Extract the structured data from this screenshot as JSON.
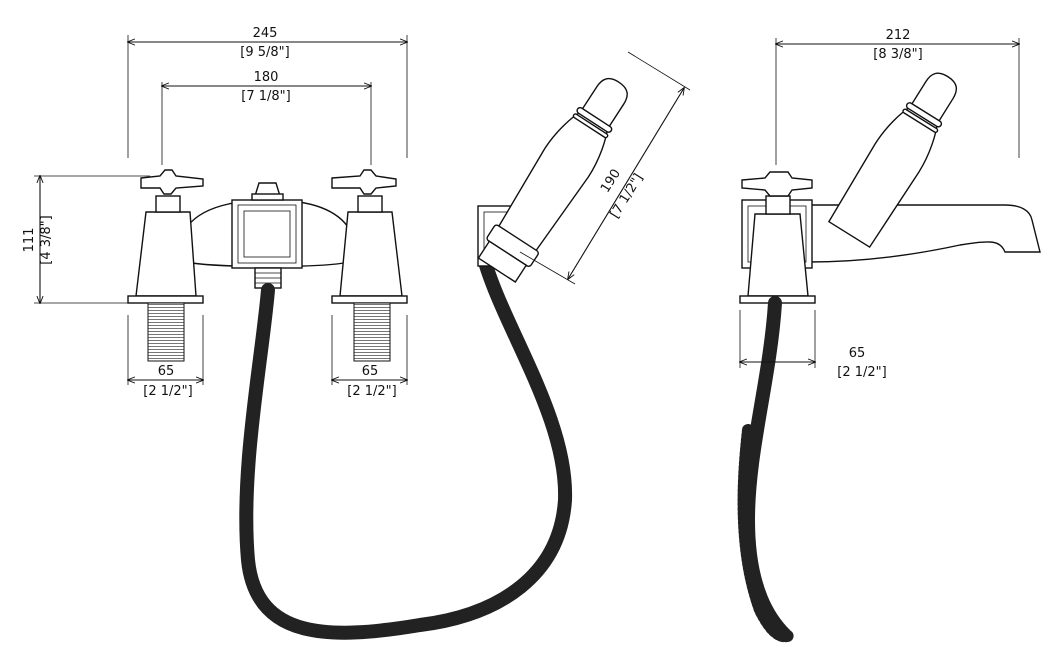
{
  "dimensions": {
    "overall_width": {
      "metric": "245",
      "imperial": "[9 5/8\"]"
    },
    "handle_centers": {
      "metric": "180",
      "imperial": "[7 1/8\"]"
    },
    "height": {
      "metric": "111",
      "imperial": "[4 3/8\"]"
    },
    "left_shank": {
      "metric": "65",
      "imperial": "[2 1/2\"]"
    },
    "right_shank": {
      "metric": "65",
      "imperial": "[2 1/2\"]"
    },
    "handset_length": {
      "metric": "190",
      "imperial": "[7 1/2\"]"
    },
    "side_depth": {
      "metric": "212",
      "imperial": "[8 3/8\"]"
    },
    "side_shank": {
      "metric": "65",
      "imperial": "[2 1/2\"]"
    }
  },
  "colors": {
    "line": "#111111",
    "background": "#ffffff"
  }
}
